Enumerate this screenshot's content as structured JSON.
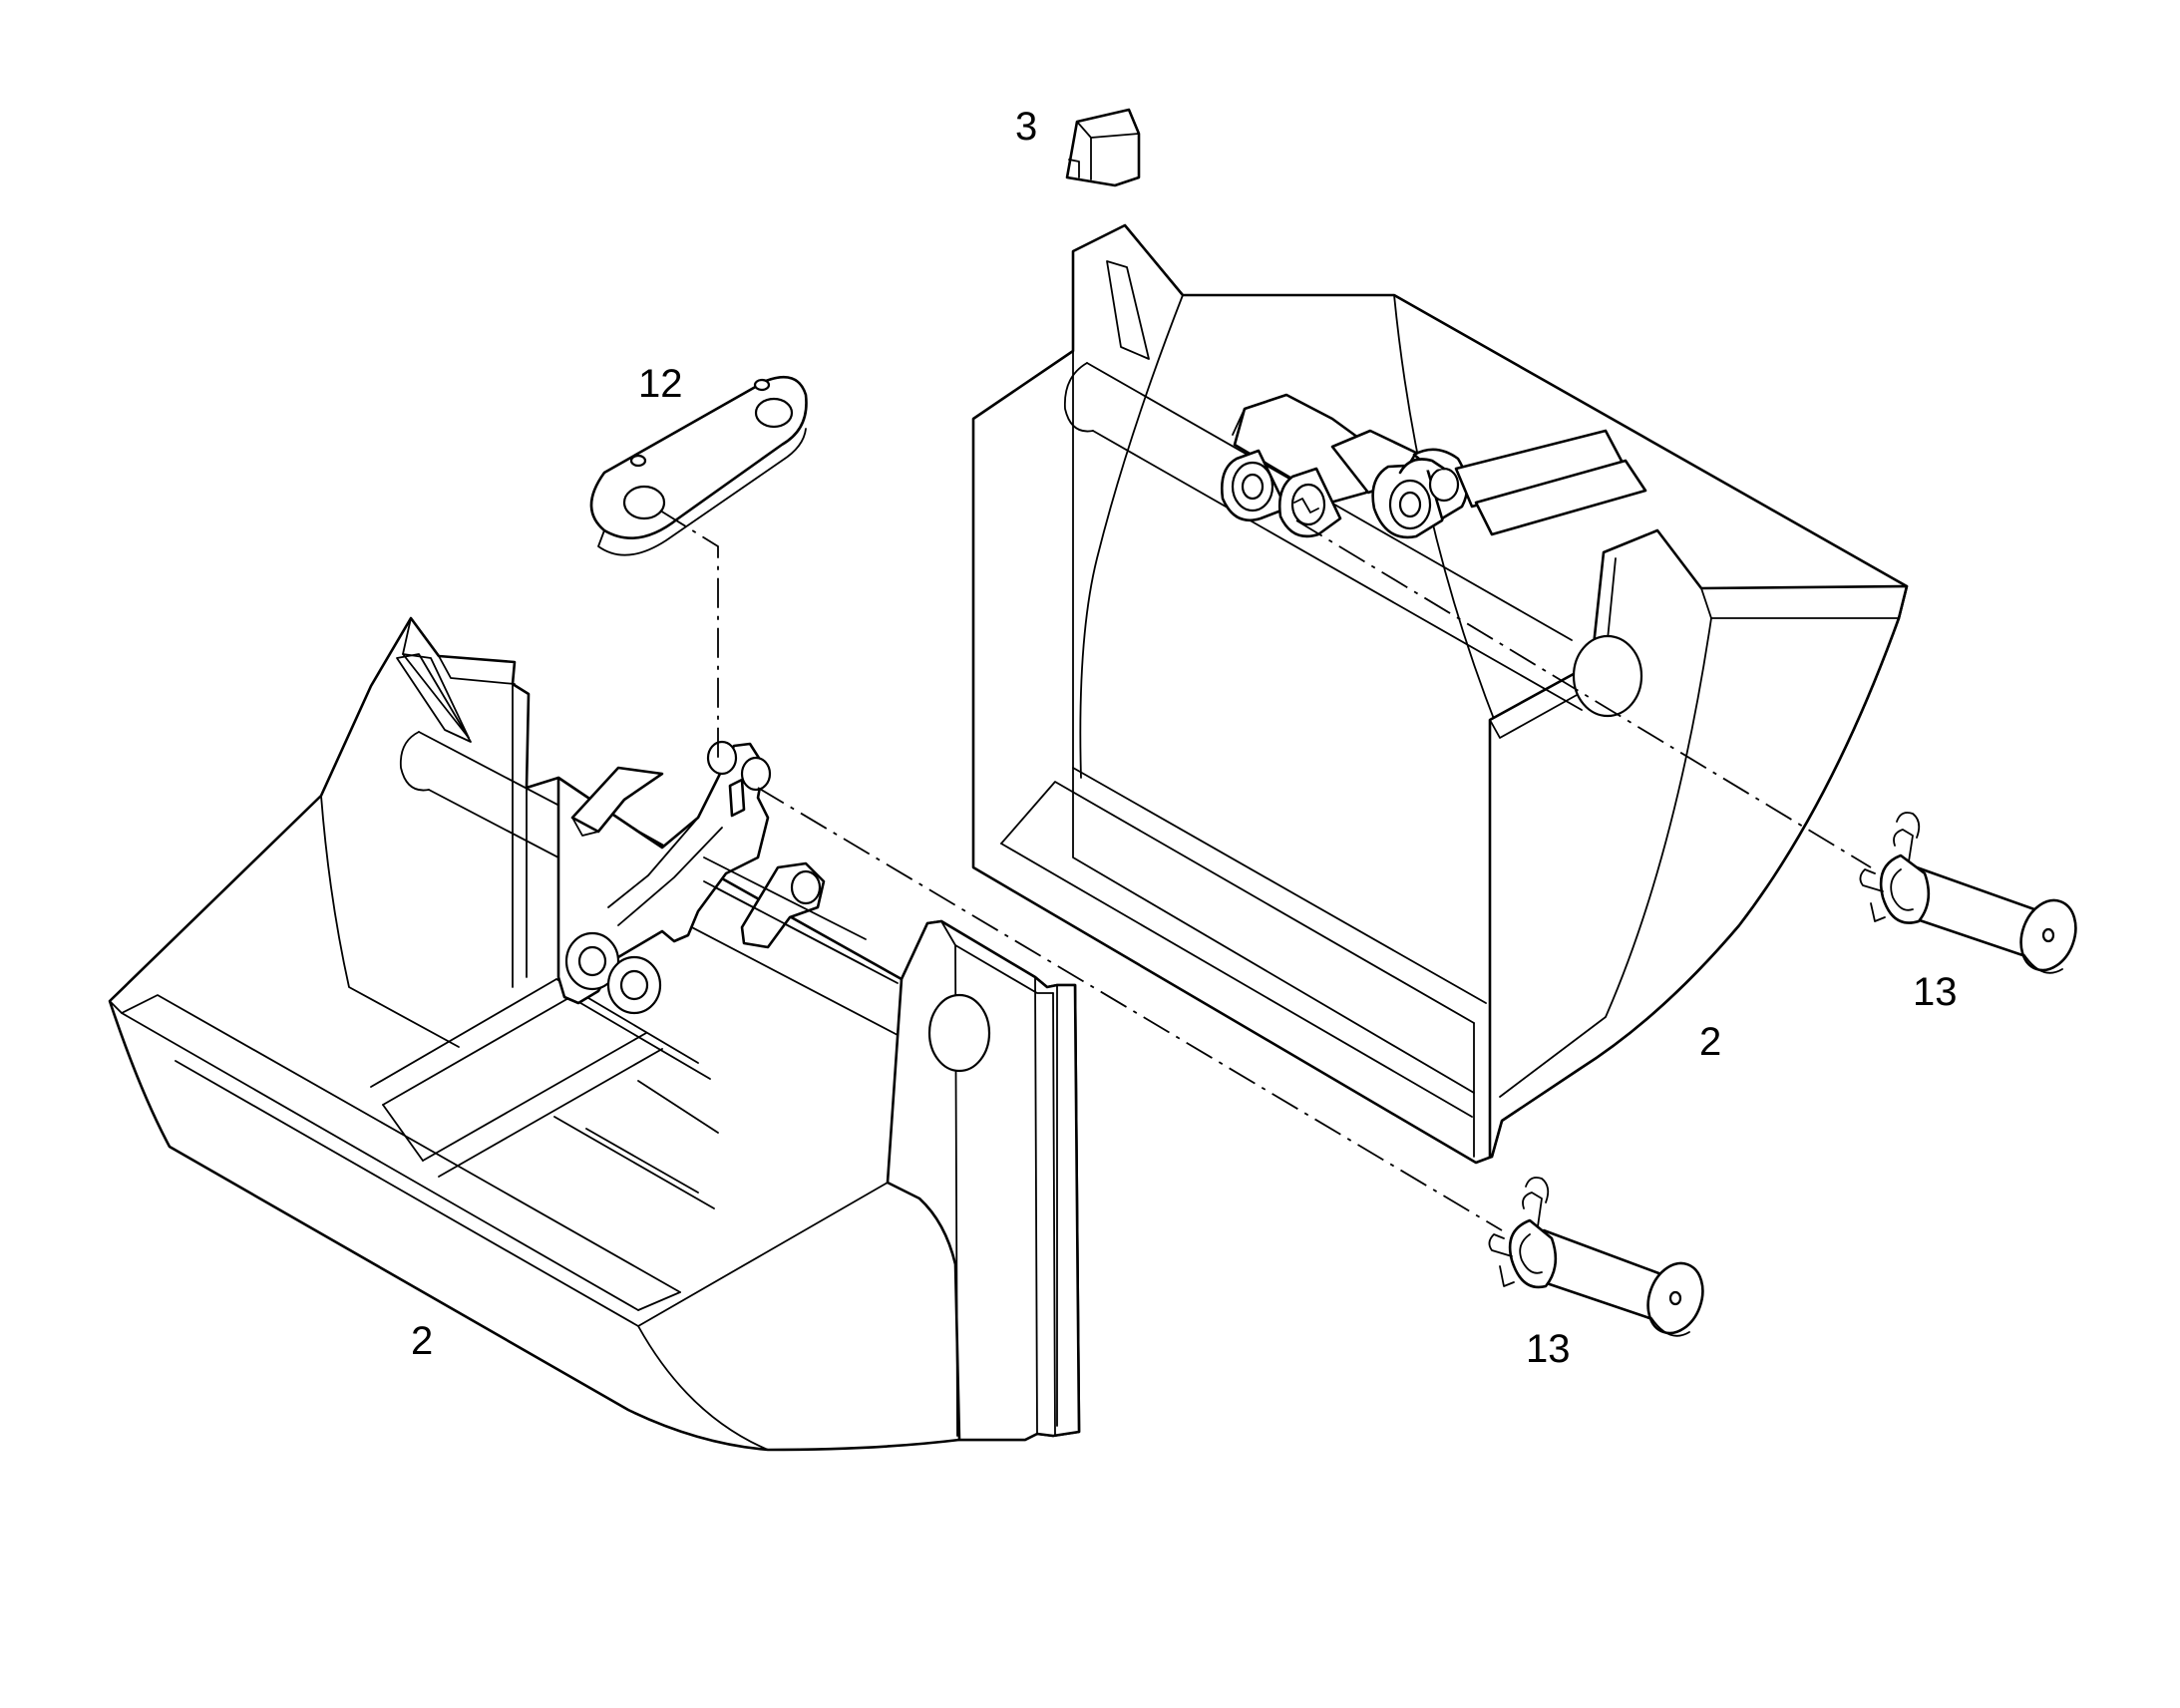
{
  "colors": {
    "line": "#000000",
    "background": "#ffffff"
  },
  "callouts": {
    "cover": "3",
    "link": "12",
    "bucket_right": "2",
    "bucket_left": "2",
    "pin_right": "13",
    "pin_left": "13"
  }
}
